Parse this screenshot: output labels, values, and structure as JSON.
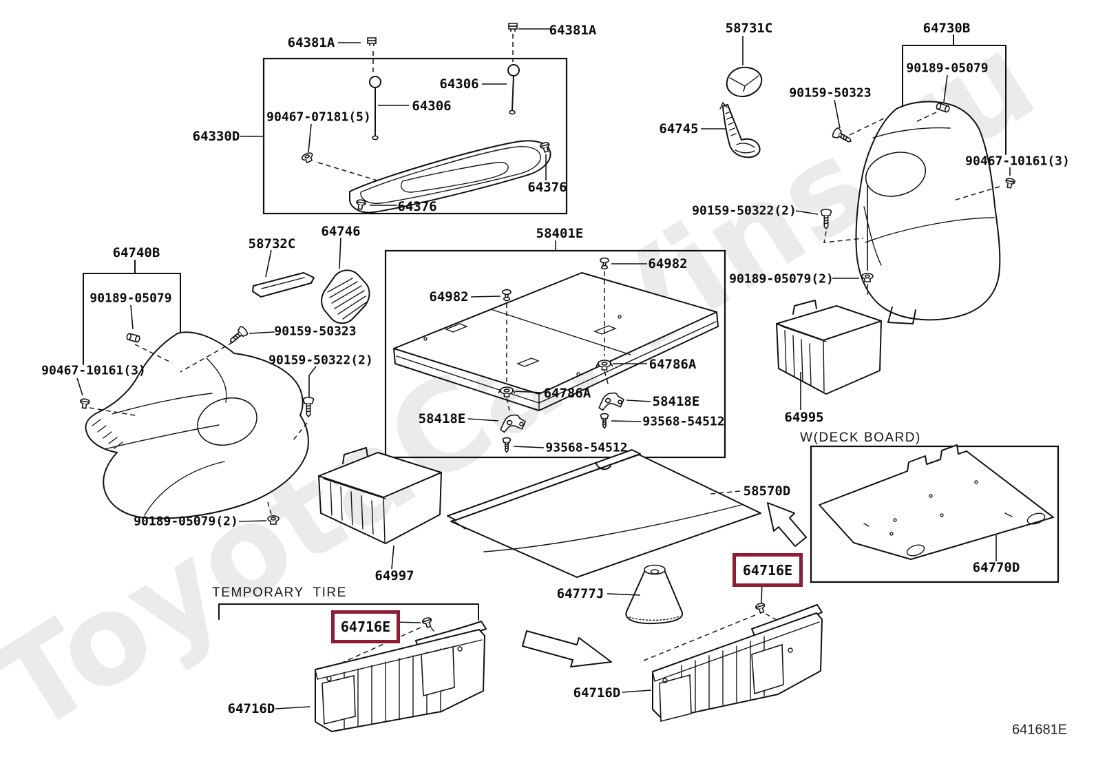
{
  "diagram": {
    "code": "641681E",
    "watermark": "ToyotaCarVins.ru",
    "highlight_color": "#8e1c33",
    "notes": {
      "temporary_tire": "TEMPORARY  TIRE",
      "deck_board_variant": "W(DECK BOARD)"
    },
    "parts": {
      "p64381a_1": "64381A",
      "p64381a_2": "64381A",
      "p64306_1": "64306",
      "p64306_2": "64306",
      "p90467_07181": "90467-07181(5)",
      "p64330d": "64330D",
      "p64376_1": "64376",
      "p64376_2": "64376",
      "p58731c": "58731C",
      "p64730b": "64730B",
      "p90189_05079_tr": "90189-05079",
      "p90159_50323_tr": "90159-50323",
      "p64745": "64745",
      "p90467_10161_r": "90467-10161(3)",
      "p90159_50322_r": "90159-50322(2)",
      "p90189_05079_2_r": "90189-05079(2)",
      "p64995": "64995",
      "p58401e": "58401E",
      "p64982_r": "64982",
      "p64982_l": "64982",
      "p64786a_r": "64786A",
      "p64786a_l": "64786A",
      "p58418e_r": "58418E",
      "p58418e_l": "58418E",
      "p93568_r": "93568-54512",
      "p93568_l": "93568-54512",
      "p64740b": "64740B",
      "p58732c": "58732C",
      "p64746": "64746",
      "p90189_05079_l": "90189-05079",
      "p90159_50323_l": "90159-50323",
      "p90159_50322_l": "90159-50322(2)",
      "p90467_10161_l": "90467-10161(3)",
      "p90189_05079_2_l": "90189-05079(2)",
      "p64997": "64997",
      "p64716e_l": "64716E",
      "p64716e_r": "64716E",
      "p64716d_l": "64716D",
      "p64716d_r": "64716D",
      "p58570d": "58570D",
      "p64777j": "64777J",
      "p64770d": "64770D"
    }
  }
}
